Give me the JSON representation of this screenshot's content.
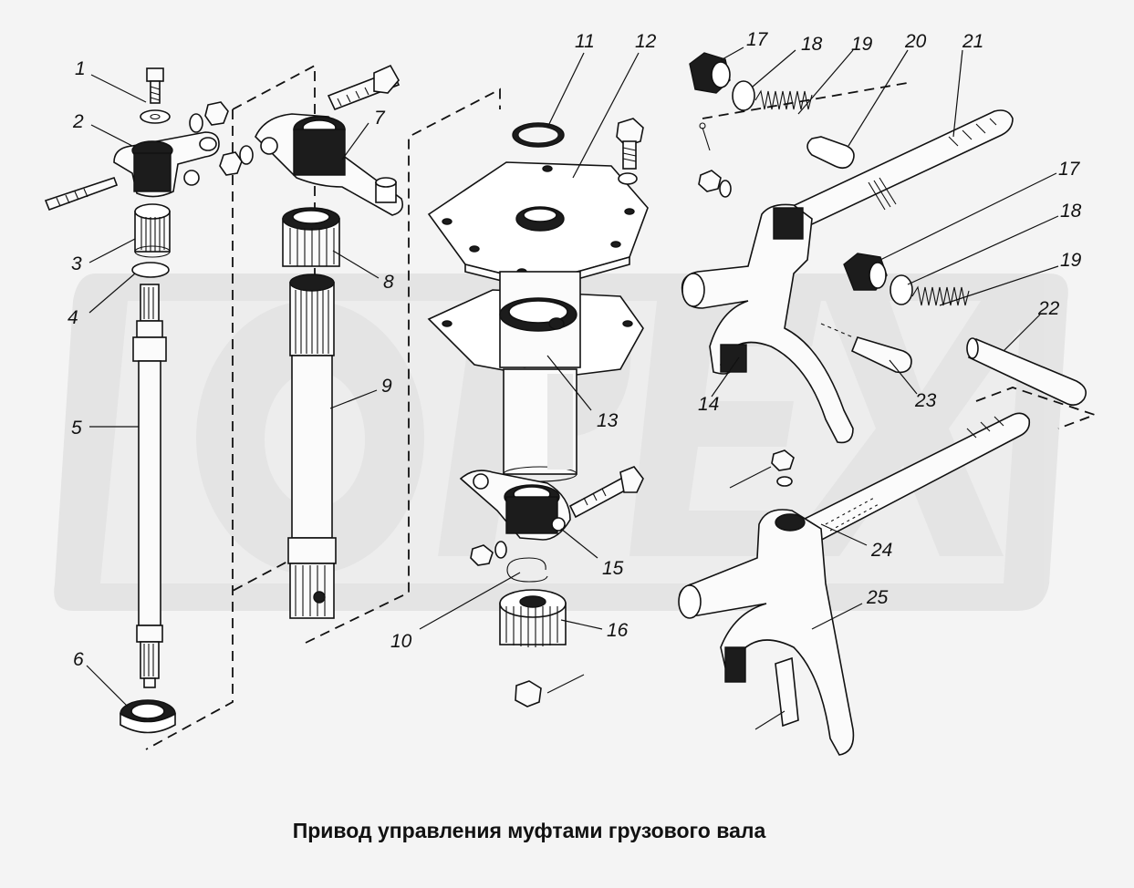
{
  "caption": "Привод управления муфтами грузового вала",
  "watermark": "OPEX",
  "callouts": {
    "p1": "1",
    "p2": "2",
    "p3": "3",
    "p4": "4",
    "p5": "5",
    "p6": "6",
    "p7": "7",
    "p8": "8",
    "p9": "9",
    "p10": "10",
    "p11": "11",
    "p12": "12",
    "p13": "13",
    "p14": "14",
    "p15": "15",
    "p16": "16",
    "p17a": "17",
    "p18a": "18",
    "p19a": "19",
    "p20": "20",
    "p21": "21",
    "p17b": "17",
    "p18b": "18",
    "p19b": "19",
    "p22": "22",
    "p23": "23",
    "p24": "24",
    "p25": "25"
  }
}
